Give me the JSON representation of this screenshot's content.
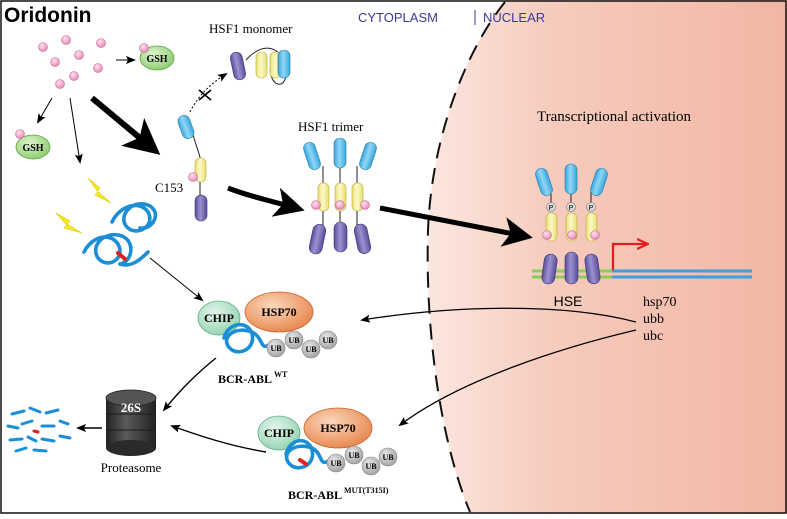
{
  "title": "Oridonin",
  "regions": {
    "cytoplasm": "CYTOPLASM",
    "nuclear": "NUCLEAR"
  },
  "labels": {
    "gsh": "GSH",
    "hsf1_monomer": "HSF1 monomer",
    "hsf1_trimer": "HSF1 trimer",
    "c153": "C153",
    "transcriptional_activation": "Transcriptional activation",
    "phospho": "P",
    "hse": "HSE",
    "genes": [
      "hsp70",
      "ubb",
      "ubc"
    ],
    "chip": "CHIP",
    "hsp70": "HSP70",
    "ub": "UB",
    "bcr_abl_wt_main": "BCR-ABL",
    "bcr_abl_wt_sup": "WT",
    "bcr_abl_mut_main": "BCR-ABL",
    "bcr_abl_mut_sup": "MUT(T315I)",
    "proteasome_26s": "26S",
    "proteasome": "Proteasome"
  },
  "colors": {
    "nucleus_fill": "#f2b6a4",
    "nucleus_fill_light": "#fbe7e0",
    "oridonin_dot": "#f0a6c8",
    "gsh": "#a8d98c",
    "hsf1_blue": "#5fc0eb",
    "hsf1_yellow": "#f7f09a",
    "hsf1_purple": "#7b6fb3",
    "protein_blue": "#1a8fd6",
    "mutation_red": "#e02020",
    "chip": "#a9dcc0",
    "hsp70": "#ee9a62",
    "ub": "#b3b3b3",
    "proteasome": "#3a3a3a",
    "arrow_red": "#e02020",
    "dna_green": "#8ccc5a",
    "dna_blue": "#3aa0e0",
    "region_label": "#3a3a9a"
  }
}
